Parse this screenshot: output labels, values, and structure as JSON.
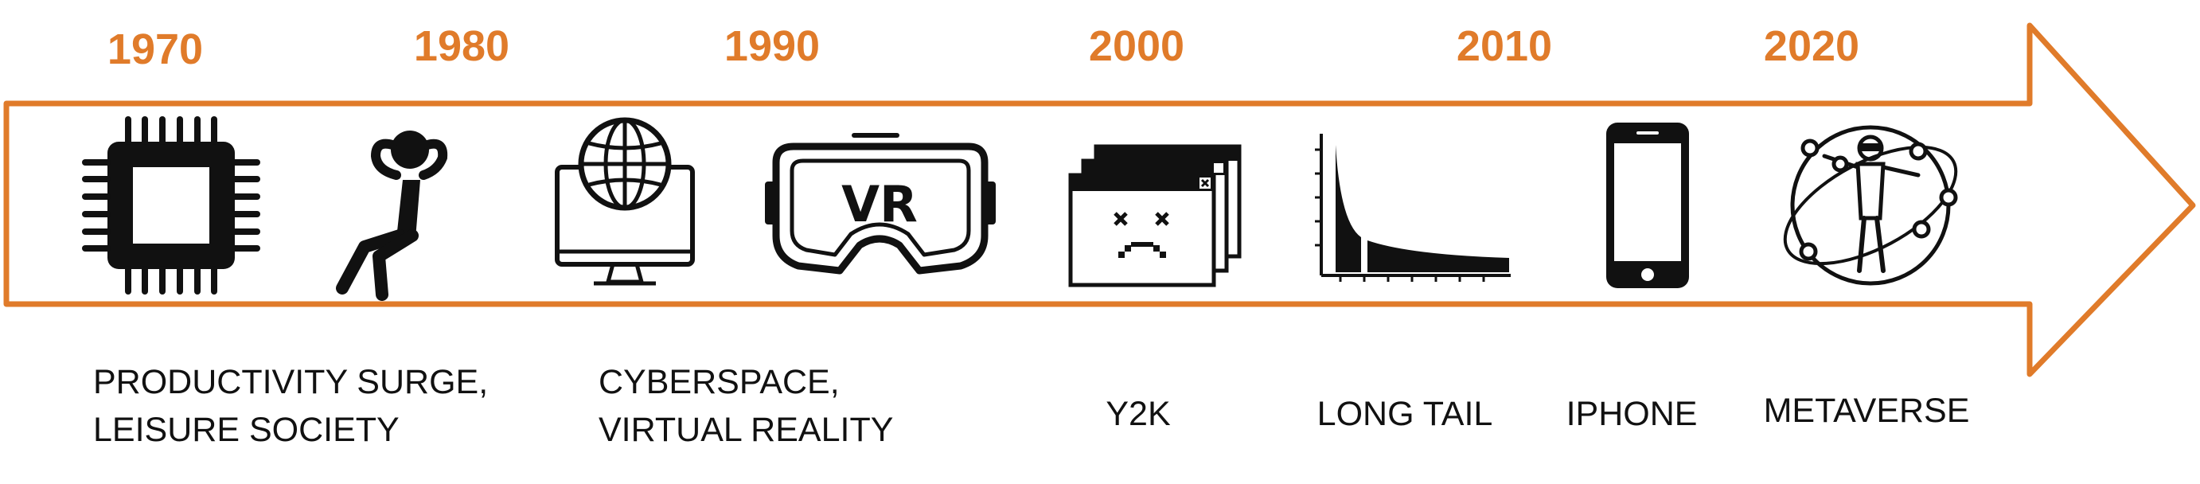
{
  "colors": {
    "accent": "#e07b2a",
    "text": "#111111",
    "icon": "#111111"
  },
  "timeline": {
    "years": [
      "1970",
      "1980",
      "1990",
      "2000",
      "2010",
      "2020"
    ],
    "captions": {
      "productivity": {
        "line1": "PRODUCTIVITY SURGE,",
        "line2": "LEISURE SOCIETY"
      },
      "cyberspace": {
        "line1": "CYBERSPACE,",
        "line2": "VIRTUAL REALITY"
      },
      "y2k": "Y2K",
      "longtail": "LONG TAIL",
      "iphone": "IPHONE",
      "metaverse": "METAVERSE"
    },
    "vr_label": "VR"
  },
  "icons": [
    "microchip-icon",
    "relaxing-person-icon",
    "globe-monitor-icon",
    "vr-headset-icon",
    "crashed-windows-icon",
    "long-tail-chart-icon",
    "smartphone-icon",
    "metaverse-avatar-icon"
  ]
}
